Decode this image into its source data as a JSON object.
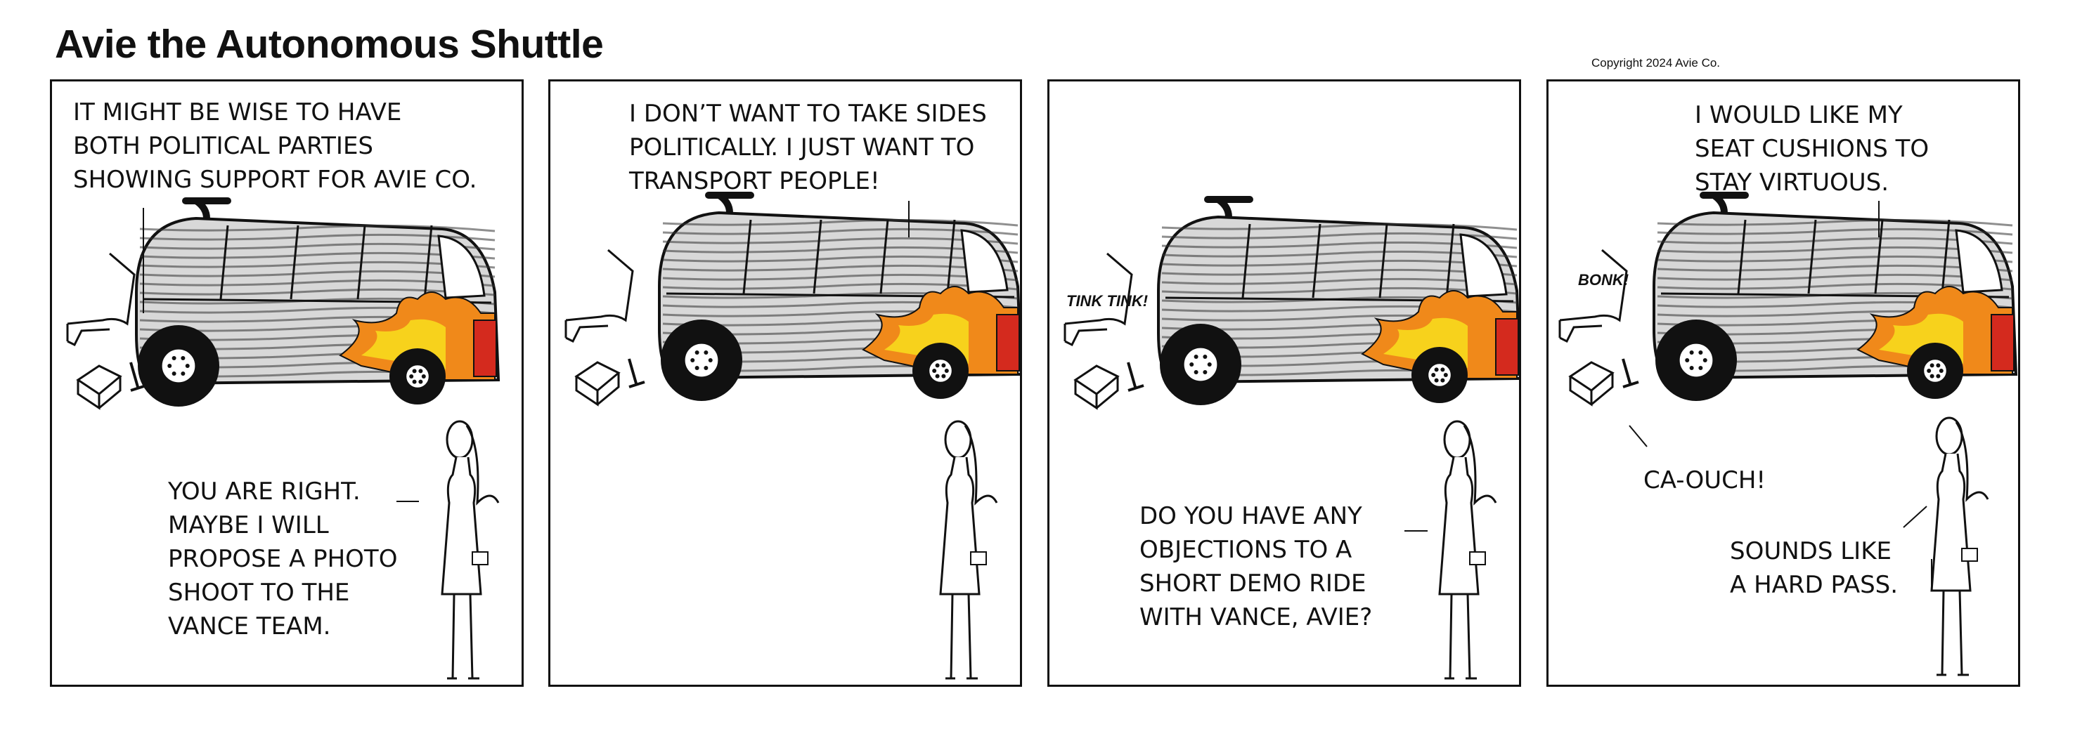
{
  "header": {
    "title": "Avie the Autonomous Shuttle",
    "copyright": "Copyright 2024 Avie Co."
  },
  "panels": [
    {
      "speech_top": "IT MIGHT BE WISE TO HAVE\nBOTH POLITICAL PARTIES\nSHOWING SUPPORT FOR AVIE CO.",
      "speech_bottom": "YOU ARE RIGHT.\nMAYBE I WILL\nPROPOSE A PHOTO\nSHOOT TO THE\nVANCE TEAM."
    },
    {
      "speech_top": "I DON’T WANT TO TAKE SIDES\nPOLITICALLY. I JUST WANT TO\nTRANSPORT PEOPLE!"
    },
    {
      "sfx": "TINK TINK!",
      "speech_bottom": "DO YOU HAVE ANY\nOBJECTIONS TO A\nSHORT DEMO RIDE\nWITH VANCE, AVIE?"
    },
    {
      "sfx": "BONK!",
      "speech_top": "I WOULD LIKE MY\nSEAT CUSHIONS TO\nSTAY VIRTUOUS.",
      "shout": "CA-OUCH!",
      "speech_bottom": "SOUNDS LIKE\nA HARD PASS."
    }
  ],
  "colors": {
    "ink": "#111111",
    "flame_red": "#d42a1e",
    "flame_orange": "#f0891a",
    "flame_yellow": "#f7d21c"
  }
}
